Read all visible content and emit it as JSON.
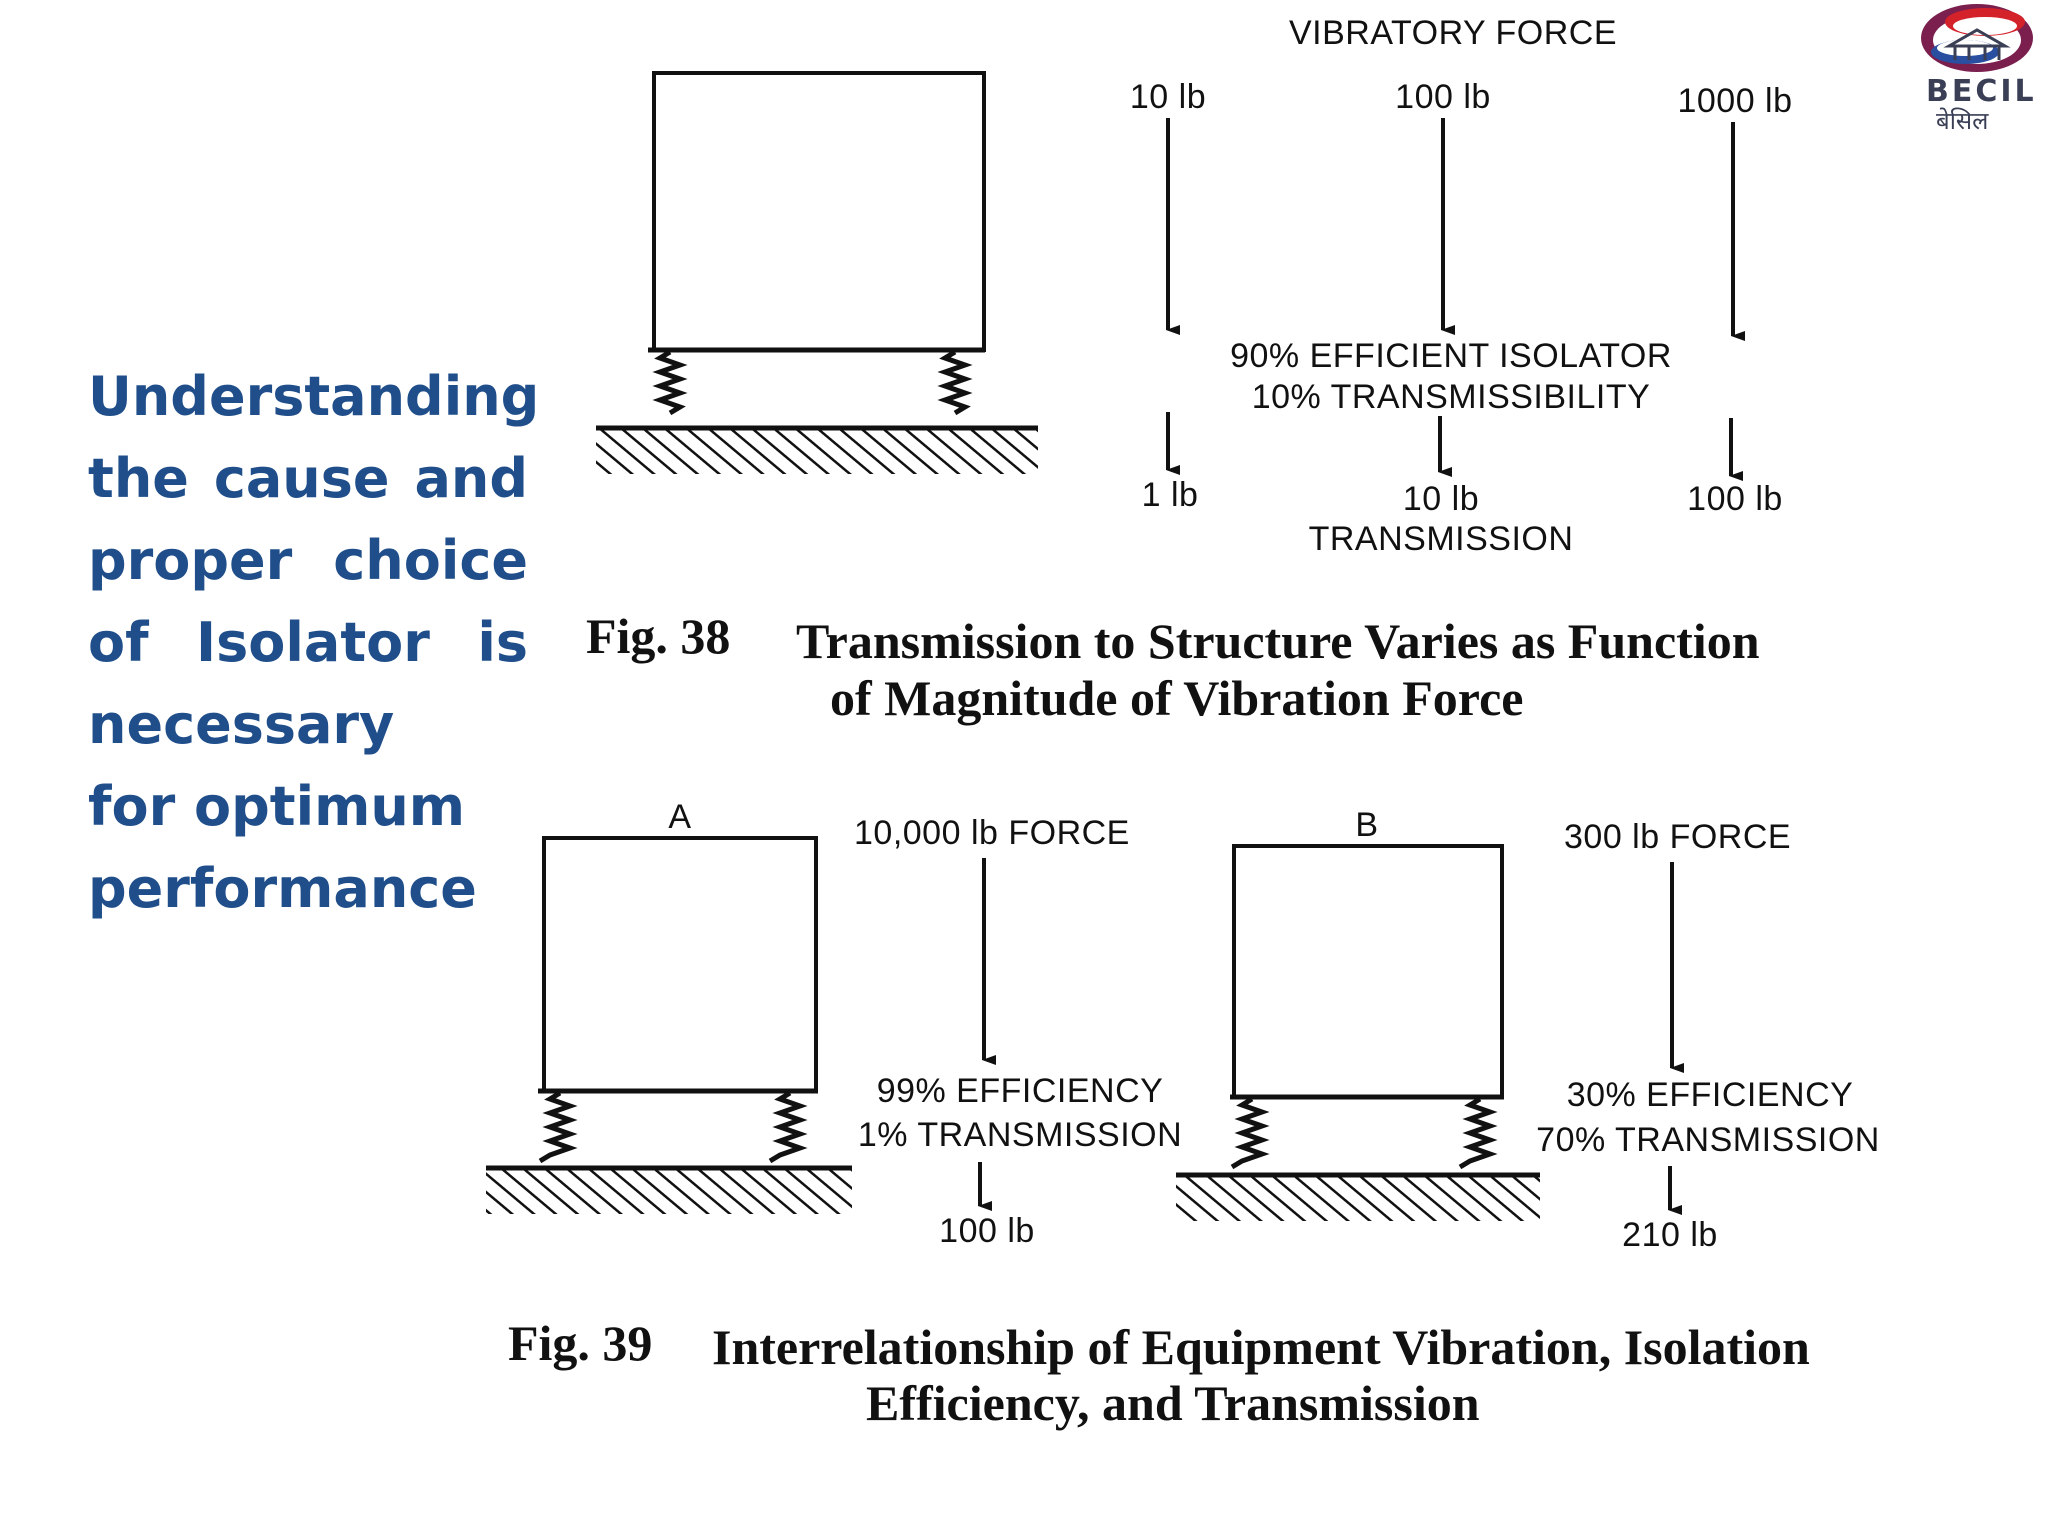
{
  "sidebar": {
    "lines": [
      [
        "Understanding"
      ],
      [
        "the",
        "cause",
        "and"
      ],
      [
        "proper",
        "choice"
      ],
      [
        "of",
        "Isolator",
        "is"
      ],
      [
        "necessary"
      ],
      [
        "for optimum"
      ],
      [
        "performance"
      ]
    ]
  },
  "logo": {
    "name": "BECIL",
    "hindi": "बेसिल"
  },
  "fig38": {
    "heading": "VIBRATORY FORCE",
    "forces_in": [
      "10 lb",
      "100 lb",
      "1000 lb"
    ],
    "isolator_line1": "90% EFFICIENT ISOLATOR",
    "isolator_line2": "10% TRANSMISSIBILITY",
    "forces_out": [
      "1 lb",
      "10 lb",
      "100 lb"
    ],
    "transmission_label": "TRANSMISSION",
    "caption_num": "Fig. 38",
    "caption_line1": "Transmission to Structure Varies as Function",
    "caption_line2": "of Magnitude of Vibration Force"
  },
  "fig39": {
    "a": {
      "label": "A",
      "force": "10,000 lb FORCE",
      "efficiency": "99% EFFICIENCY",
      "transmission": "1% TRANSMISSION",
      "output": "100 lb"
    },
    "b": {
      "label": "B",
      "force": "300 lb FORCE",
      "efficiency": "30% EFFICIENCY",
      "transmission": "70% TRANSMISSION",
      "output": "210 lb"
    },
    "caption_num": "Fig. 39",
    "caption_line1": "Interrelationship of Equipment Vibration, Isolation",
    "caption_line2": "Efficiency, and Transmission"
  }
}
